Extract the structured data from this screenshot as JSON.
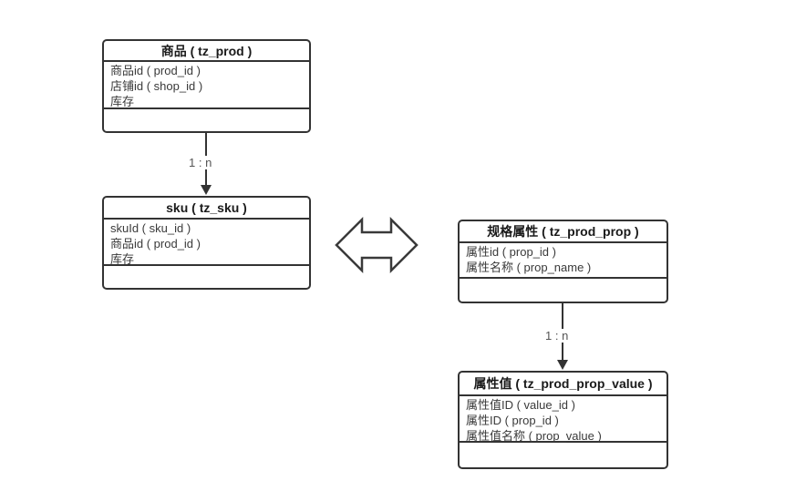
{
  "diagram": {
    "background_color": "#ffffff",
    "line_color": "#333333",
    "row_text_color": "#3a3a3a",
    "title_text_color": "#1a1a1a"
  },
  "entities": [
    {
      "id": "prod",
      "title": "商品 ( tz_prod )",
      "rows": [
        "商品id ( prod_id )",
        "店铺id ( shop_id )",
        "库存"
      ]
    },
    {
      "id": "sku",
      "title": "sku ( tz_sku )",
      "rows": [
        "skuId ( sku_id )",
        "商品id ( prod_id )",
        "库存"
      ]
    },
    {
      "id": "prod_prop",
      "title": "规格属性 ( tz_prod_prop )",
      "rows": [
        "属性id ( prop_id )",
        "属性名称 ( prop_name )"
      ]
    },
    {
      "id": "prod_prop_value",
      "title": "属性值 ( tz_prod_prop_value )",
      "rows": [
        "属性值ID ( value_id )",
        "属性ID ( prop_id )",
        "属性值名称 ( prop_value )"
      ]
    }
  ],
  "connectors": [
    {
      "from": "prod",
      "to": "sku",
      "label": "1 : n"
    },
    {
      "from": "prod_prop",
      "to": "prod_prop_value",
      "label": "1 : n"
    }
  ],
  "relation_arrow": {
    "type": "double-headed-horizontal",
    "between": [
      "sku",
      "prod_prop"
    ]
  }
}
